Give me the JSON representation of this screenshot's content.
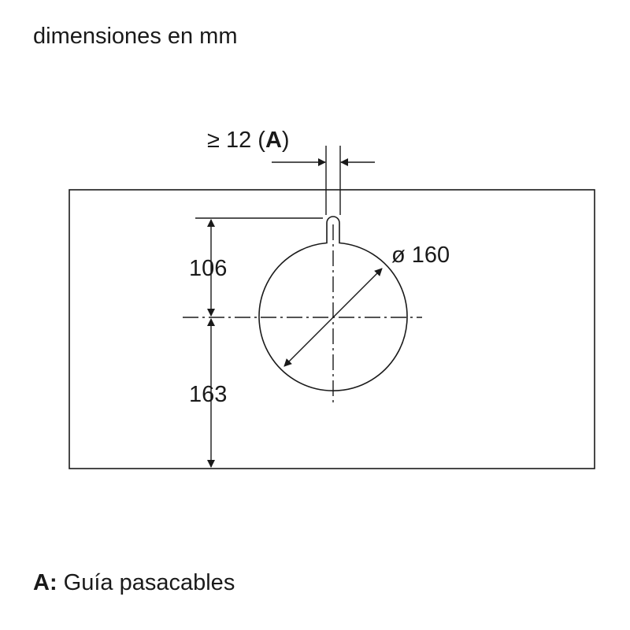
{
  "header": {
    "units_text": "dimensiones en mm"
  },
  "dims": {
    "gap_prefix": "≥ 12 (",
    "gap_ref": "A",
    "gap_suffix": ")",
    "diameter": "ø 160",
    "upper_height": "106",
    "lower_height": "163"
  },
  "legend": {
    "key": "A:",
    "text": "Guía pasacables"
  },
  "colors": {
    "line": "#1a1a1a",
    "background": "#ffffff"
  }
}
